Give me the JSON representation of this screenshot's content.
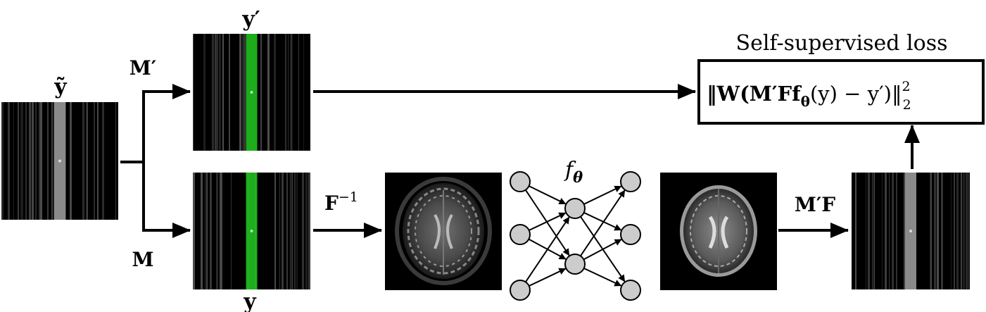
{
  "labels": {
    "input_kspace": "ỹ",
    "upper_kspace": "y′",
    "lower_kspace": "y",
    "mask_upper": "M′",
    "mask_lower": "M",
    "inverse_fft": "F",
    "inverse_fft_sup": "−1",
    "network": "f",
    "network_sub": "θ",
    "forward_op": "M′F",
    "loss_title": "Self-supervised loss",
    "loss_formula_main": "‖W(M′Ff",
    "loss_formula_sub": "θ",
    "loss_formula_rest": "(y) − y′)‖",
    "loss_formula_exp": "2",
    "loss_formula_norm": "2"
  },
  "colors": {
    "kspace_bg": "#000000",
    "highlight": "#1fbf1f",
    "center_line": "#8a8a8a",
    "neuron_fill": "#cccccc"
  },
  "network_layers": [
    3,
    2,
    3
  ]
}
